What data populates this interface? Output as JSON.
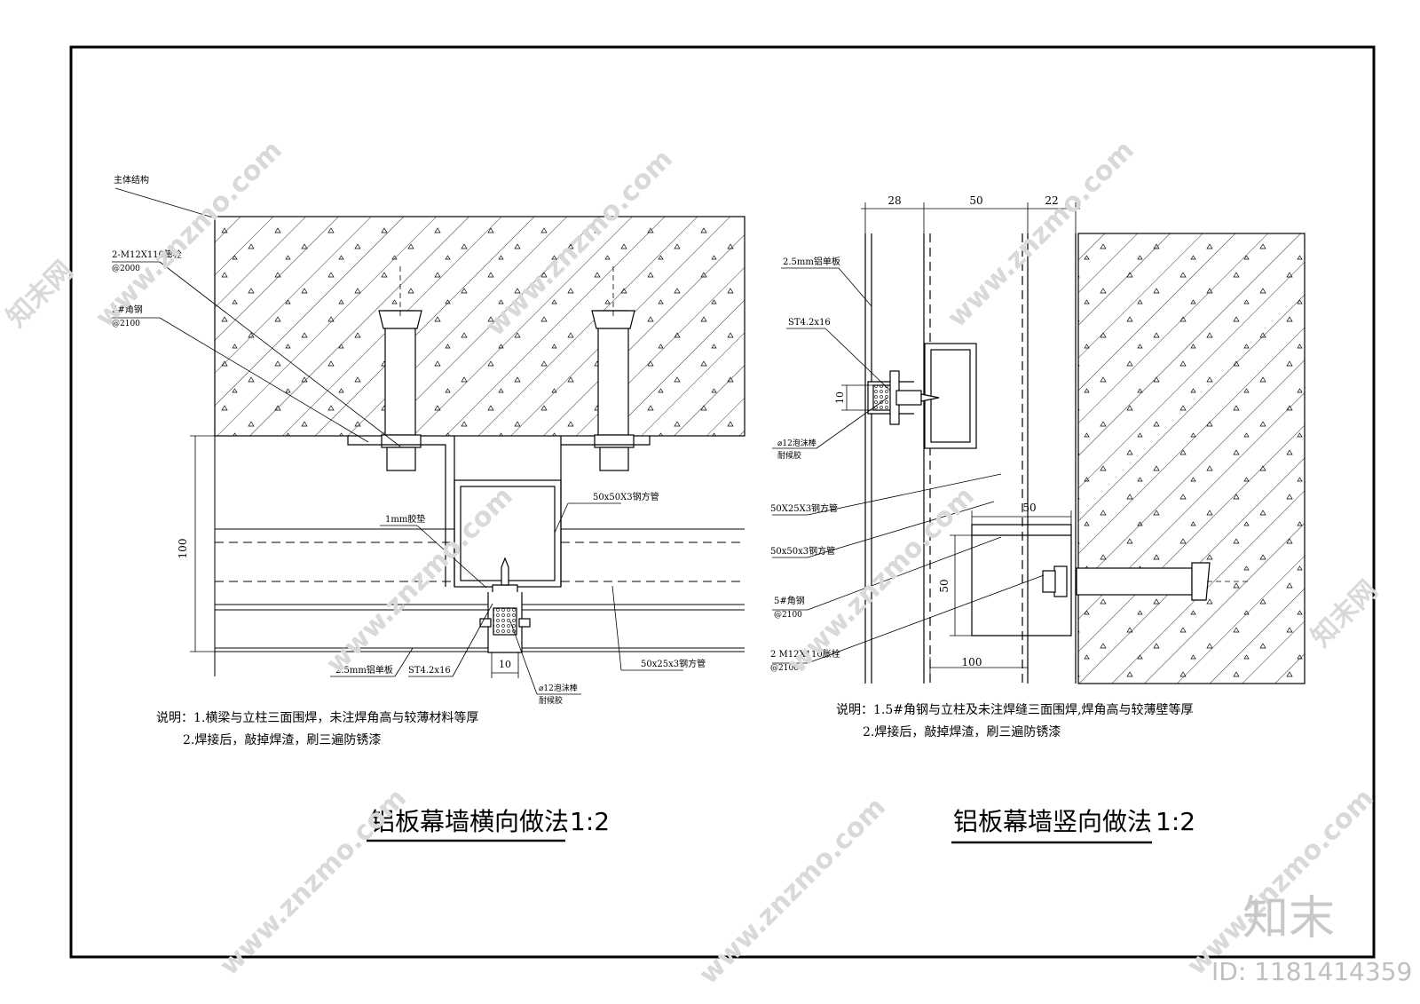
{
  "left_detail": {
    "labels": {
      "structure": "主体结构",
      "bolt": "2-M12X110膨栓",
      "bolt_spacing": "@2000",
      "angle": "5#角钢",
      "angle_spacing": "@2100",
      "pad": "1mm胶垫",
      "tube_main": "50x50X3钢方管",
      "tube_small": "50x25x3钢方管",
      "panel": "2.5mm铝单板",
      "screw": "ST4.2x16",
      "foam": "⌀12泡沫棒",
      "sealant": "耐候胶"
    },
    "dims": {
      "height": "100",
      "joint": "10"
    },
    "notes": [
      "说明：1.横梁与立柱三面围焊，未注焊角高与较薄材料等厚",
      "2.焊接后，敲掉焊渣，刷三遍防锈漆"
    ],
    "title": "铝板幕墙横向做法",
    "scale": "1:2"
  },
  "right_detail": {
    "labels": {
      "panel": "2.5mm铝单板",
      "screw": "ST4.2x16",
      "foam": "⌀12泡沫棒",
      "sealant": "耐候胶",
      "tube_small": "50X25X3钢方管",
      "tube_main": "50x50x3钢方管",
      "angle": "5#角钢",
      "angle_spacing": "@2100",
      "bolt": "2 M12X110胀栓",
      "bolt_spacing": "@2100"
    },
    "dims": {
      "d28": "28",
      "d50top": "50",
      "d22": "22",
      "d10": "10",
      "d50a": "50",
      "d50b": "50",
      "d100": "100"
    },
    "notes": [
      "说明：1.5#角钢与立柱及未注焊缝三面围焊,焊角高与较薄壁等厚",
      "2.焊接后，敲掉焊渣，刷三遍防锈漆"
    ],
    "title": "铝板幕墙竖向做法",
    "scale": "1:2"
  },
  "watermark": {
    "site": "www.znzmo.com",
    "brand": "知末网",
    "logo": "知末",
    "id_label": "ID: 1181414359"
  }
}
